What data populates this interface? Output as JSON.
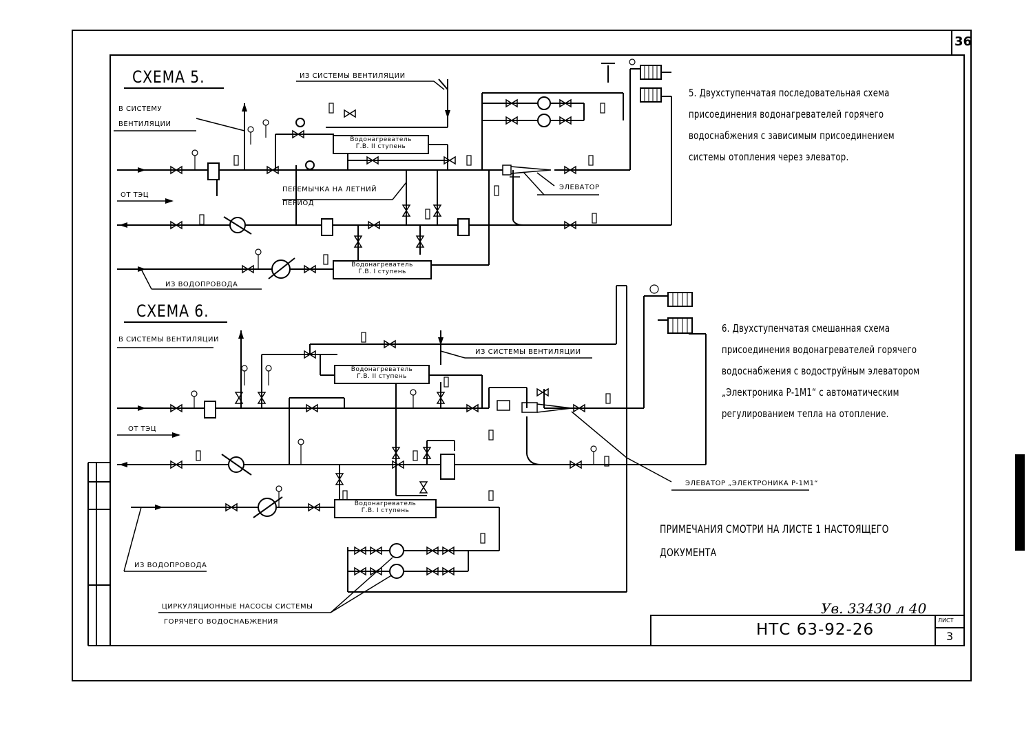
{
  "sheet": {
    "page_number": "36",
    "document_code": "НТС 63-92-26",
    "list_label": "ЛИСТ",
    "list_number": "3",
    "inventory": "Ув. 33430 л 40"
  },
  "scheme5": {
    "title": "СХЕМА 5.",
    "description": [
      "5. Двухступенчатая последовательная схема",
      "присоединения водонагревателей горячего",
      "водоснабжения с зависимым присоединением",
      "системы отопления через элеватор."
    ],
    "labels": {
      "to_ventilation_1": "В СИСТЕМУ",
      "to_ventilation_2": "ВЕНТИЛЯЦИИ",
      "from_ventilation": "ИЗ СИСТЕМЫ ВЕНТИЛЯЦИИ",
      "from_tec": "ОТ ТЭЦ",
      "summer_bypass_1": "ПЕРЕМЫЧКА НА ЛЕТНИЙ",
      "summer_bypass_2": "ПЕРИОД",
      "elevator": "ЭЛЕВАТОР",
      "from_water_supply": "ИЗ ВОДОПРОВОДА"
    },
    "heater2": {
      "line1": "Водонагреватель",
      "line2": "Г.В. II ступень"
    },
    "heater1": {
      "line1": "Водонагреватель",
      "line2": "Г.В. I ступень"
    }
  },
  "scheme6": {
    "title": "СХЕМА 6.",
    "description": [
      "6. Двухступенчатая смешанная схема",
      "присоединения водонагревателей горячего",
      "водоснабжения с водоструйным элеватором",
      "„Электроника Р-1М1“ с автоматическим",
      "регулированием тепла на отопление."
    ],
    "labels": {
      "to_ventilation": "В СИСТЕМЫ ВЕНТИЛЯЦИИ",
      "from_ventilation": "ИЗ СИСТЕМЫ ВЕНТИЛЯЦИИ",
      "from_tec": "ОТ ТЭЦ",
      "elevator": "ЭЛЕВАТОР „ЭЛЕКТРОНИКА Р-1М1“",
      "from_water_supply": "ИЗ ВОДОПРОВОДА",
      "pumps_1": "ЦИРКУЛЯЦИОННЫЕ НАСОСЫ СИСТЕМЫ",
      "pumps_2": "ГОРЯЧЕГО ВОДОСНАБЖЕНИЯ"
    },
    "heater2": {
      "line1": "Водонагреватель",
      "line2": "Г.В. II ступень"
    },
    "heater1": {
      "line1": "Водонагреватель",
      "line2": "Г.В. I ступень"
    }
  },
  "note": [
    "ПРИМЕЧАНИЯ СМОТРИ НА ЛИСТЕ 1 НАСТОЯЩЕГО",
    "ДОКУМЕНТА"
  ]
}
